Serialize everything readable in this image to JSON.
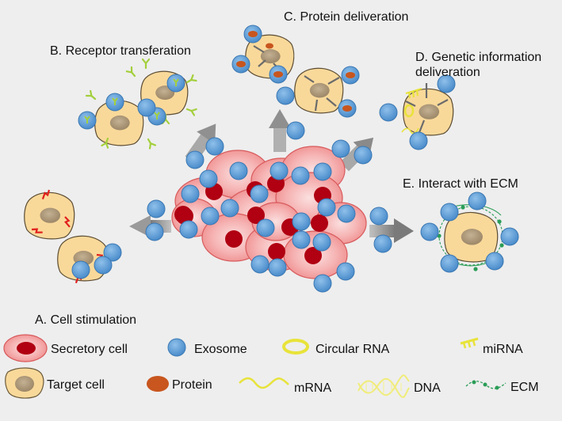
{
  "sections": {
    "a": "A. Cell stimulation",
    "b": "B. Receptor transferation",
    "c": "C. Protein deliveration",
    "d_line1": "D. Genetic information",
    "d_line2": "deliveration",
    "e": "E. Interact with ECM"
  },
  "legend": {
    "secretory": "Secretory cell",
    "exosome": "Exosome",
    "circular_rna": "Circular RNA",
    "mirna": "miRNA",
    "target": "Target cell",
    "protein": "Protein",
    "mrna": "mRNA",
    "dna": "DNA",
    "ecm": "ECM"
  },
  "colors": {
    "background": "#eeeeee",
    "exosome": "#5b9bd5",
    "target_cell": "#f9d99a",
    "nucleus": "#b09a7c",
    "secretory_cell": "#f4a6a6",
    "secretory_nucleus": "#b00012",
    "protein": "#c8561e",
    "arrow": "#8c8c8c",
    "receptor": "#a3cf3b",
    "rna": "#e8e33a",
    "ecm": "#2a9d57",
    "stimulus": "#e0201e"
  }
}
